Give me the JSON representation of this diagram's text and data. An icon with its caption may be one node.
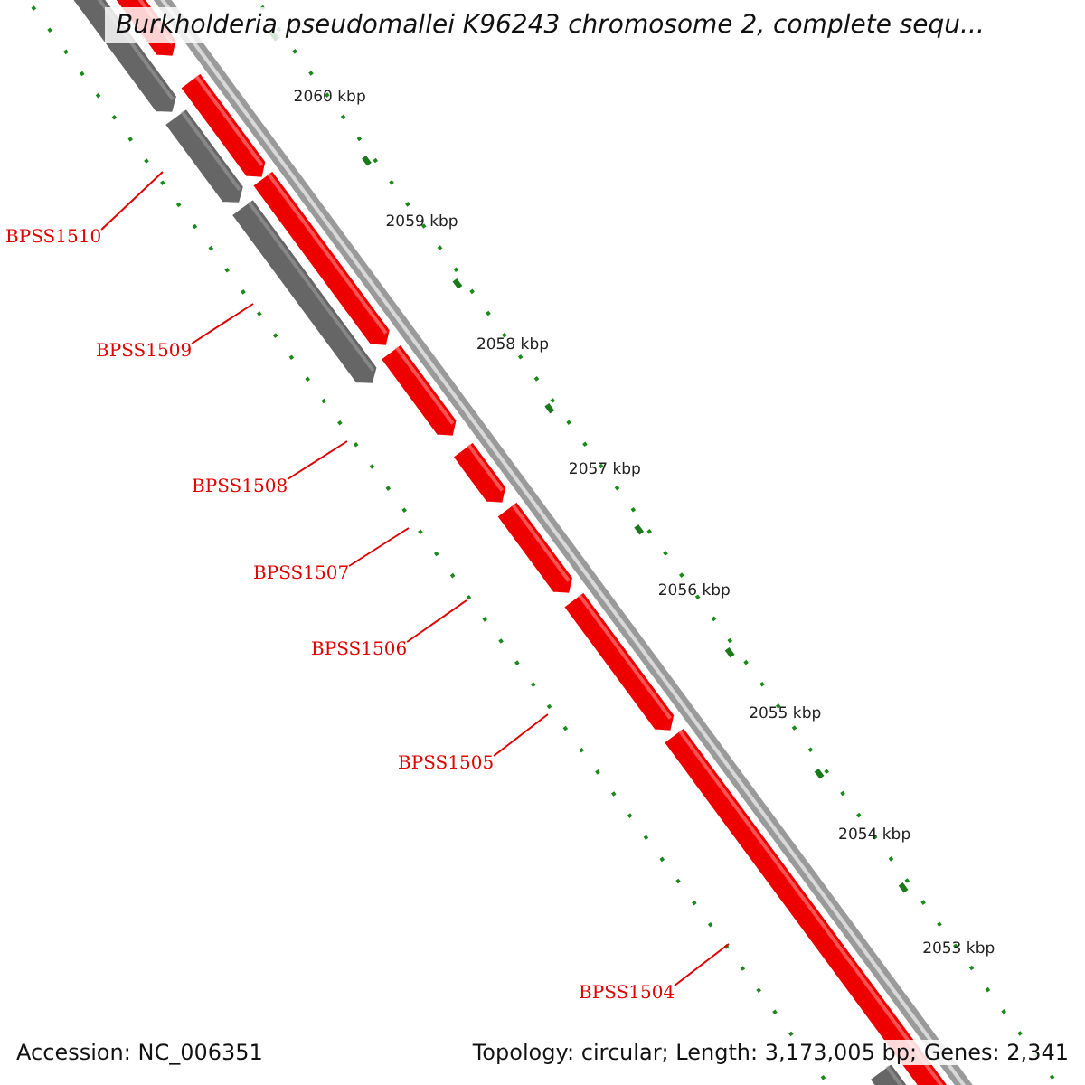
{
  "diagram": {
    "title": "Burkholderia pseudomallei K96243 chromosome 2, complete sequ...",
    "nodes": [
      {
        "text": [
          "BPSS1510"
        ]
      },
      {
        "text": [
          "BPSS1509"
        ]
      },
      {
        "text": [
          "BPSS1508"
        ]
      },
      {
        "text": [
          "BPSS1507"
        ]
      },
      {
        "text": [
          "BPSS1506"
        ]
      },
      {
        "text": [
          "BPSS1505"
        ]
      },
      {
        "text": [
          "BPSS1504"
        ]
      }
    ],
    "edges": [
      {
        "from": 0,
        "to": null,
        "arrow": "none"
      },
      {
        "from": 1,
        "to": null,
        "arrow": "none"
      },
      {
        "from": 2,
        "to": null,
        "arrow": "none"
      },
      {
        "from": 3,
        "to": null,
        "arrow": "none"
      },
      {
        "from": 4,
        "to": null,
        "arrow": "none"
      },
      {
        "from": 5,
        "to": null,
        "arrow": "none"
      },
      {
        "from": 6,
        "to": null,
        "arrow": "none"
      }
    ],
    "labels": [
      "2060 kbp",
      "2059 kbp",
      "2058 kbp",
      "2057 kbp",
      "2056 kbp",
      "2055 kbp",
      "2054 kbp",
      "2053 kbp",
      "Accession: NC_006351",
      "Topology: circular; Length: 3,173,005 bp; Genes: 2,341"
    ]
  }
}
